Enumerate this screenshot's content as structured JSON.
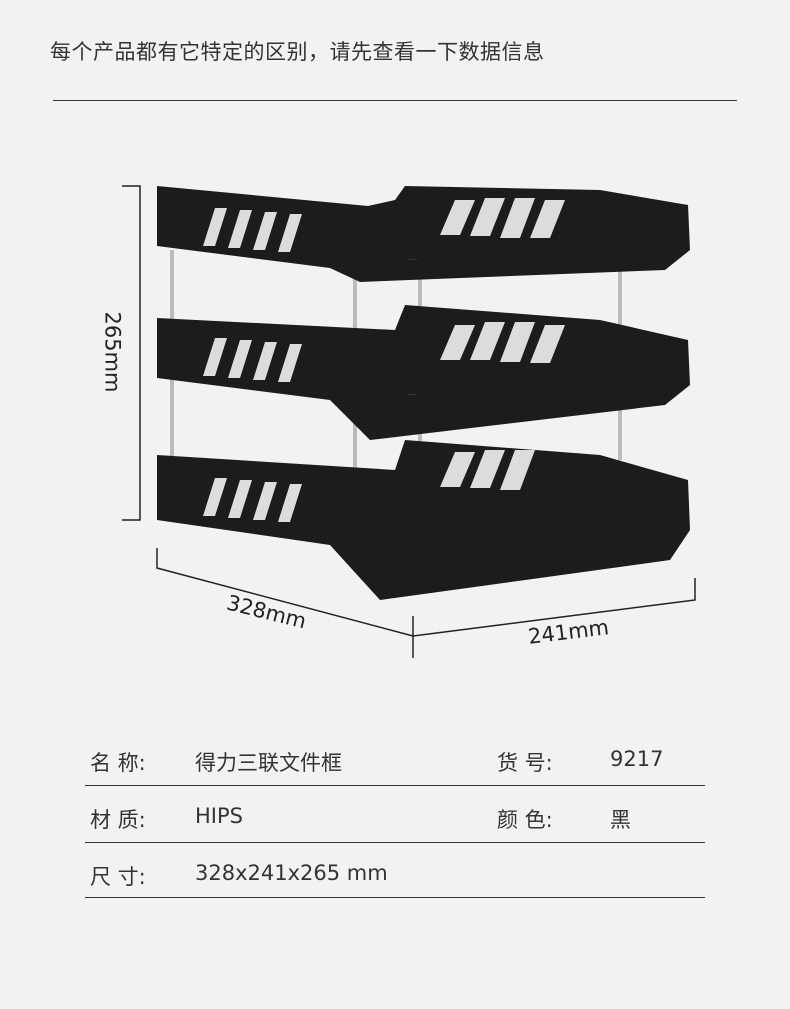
{
  "header": {
    "title": "每个产品都有它特定的区别，请先查看一下数据信息"
  },
  "dimensions": {
    "height": "265mm",
    "length": "328mm",
    "width": "241mm"
  },
  "specs": [
    {
      "label": "名  称:",
      "value": "得力三联文件框",
      "label2": "货  号:",
      "value2": "9217"
    },
    {
      "label": "材  质:",
      "value": "HIPS",
      "label2": "颜  色:",
      "value2": "黑"
    },
    {
      "label": "尺  寸:",
      "value": "328x241x265 mm"
    }
  ],
  "colors": {
    "background": "#f2f2f2",
    "tray": "#1c1c1c",
    "text": "#333333"
  }
}
